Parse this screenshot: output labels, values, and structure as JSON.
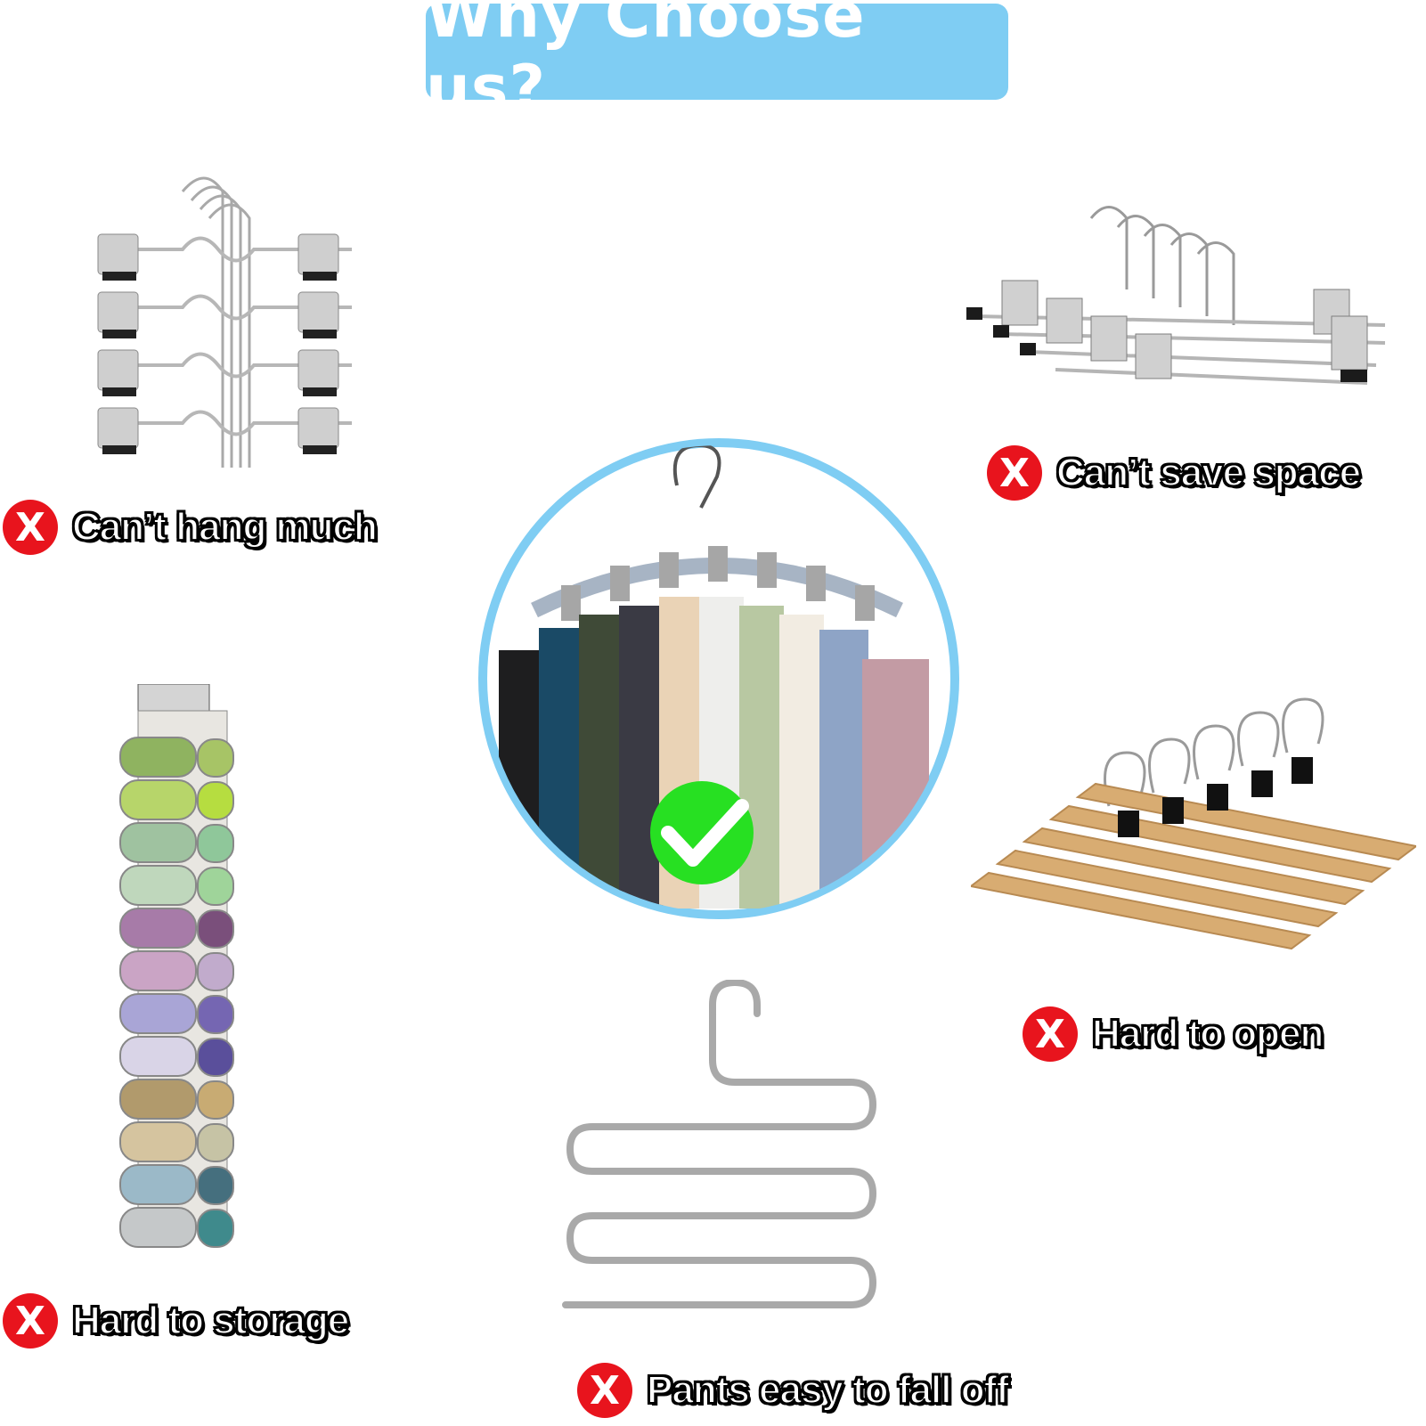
{
  "title": "Why Choose us?",
  "labels": {
    "hang_much": "Can’t hang much",
    "save_space": "Can’t save space",
    "storage": "Hard to storage",
    "open": "Hard to open",
    "fall_off": "Pants easy to fall off",
    "x_mark": "X"
  },
  "colors": {
    "banner": "#7fcdf3",
    "x_badge": "#e8141d",
    "check_badge": "#27e022",
    "circle_border": "#7fcdf3"
  }
}
